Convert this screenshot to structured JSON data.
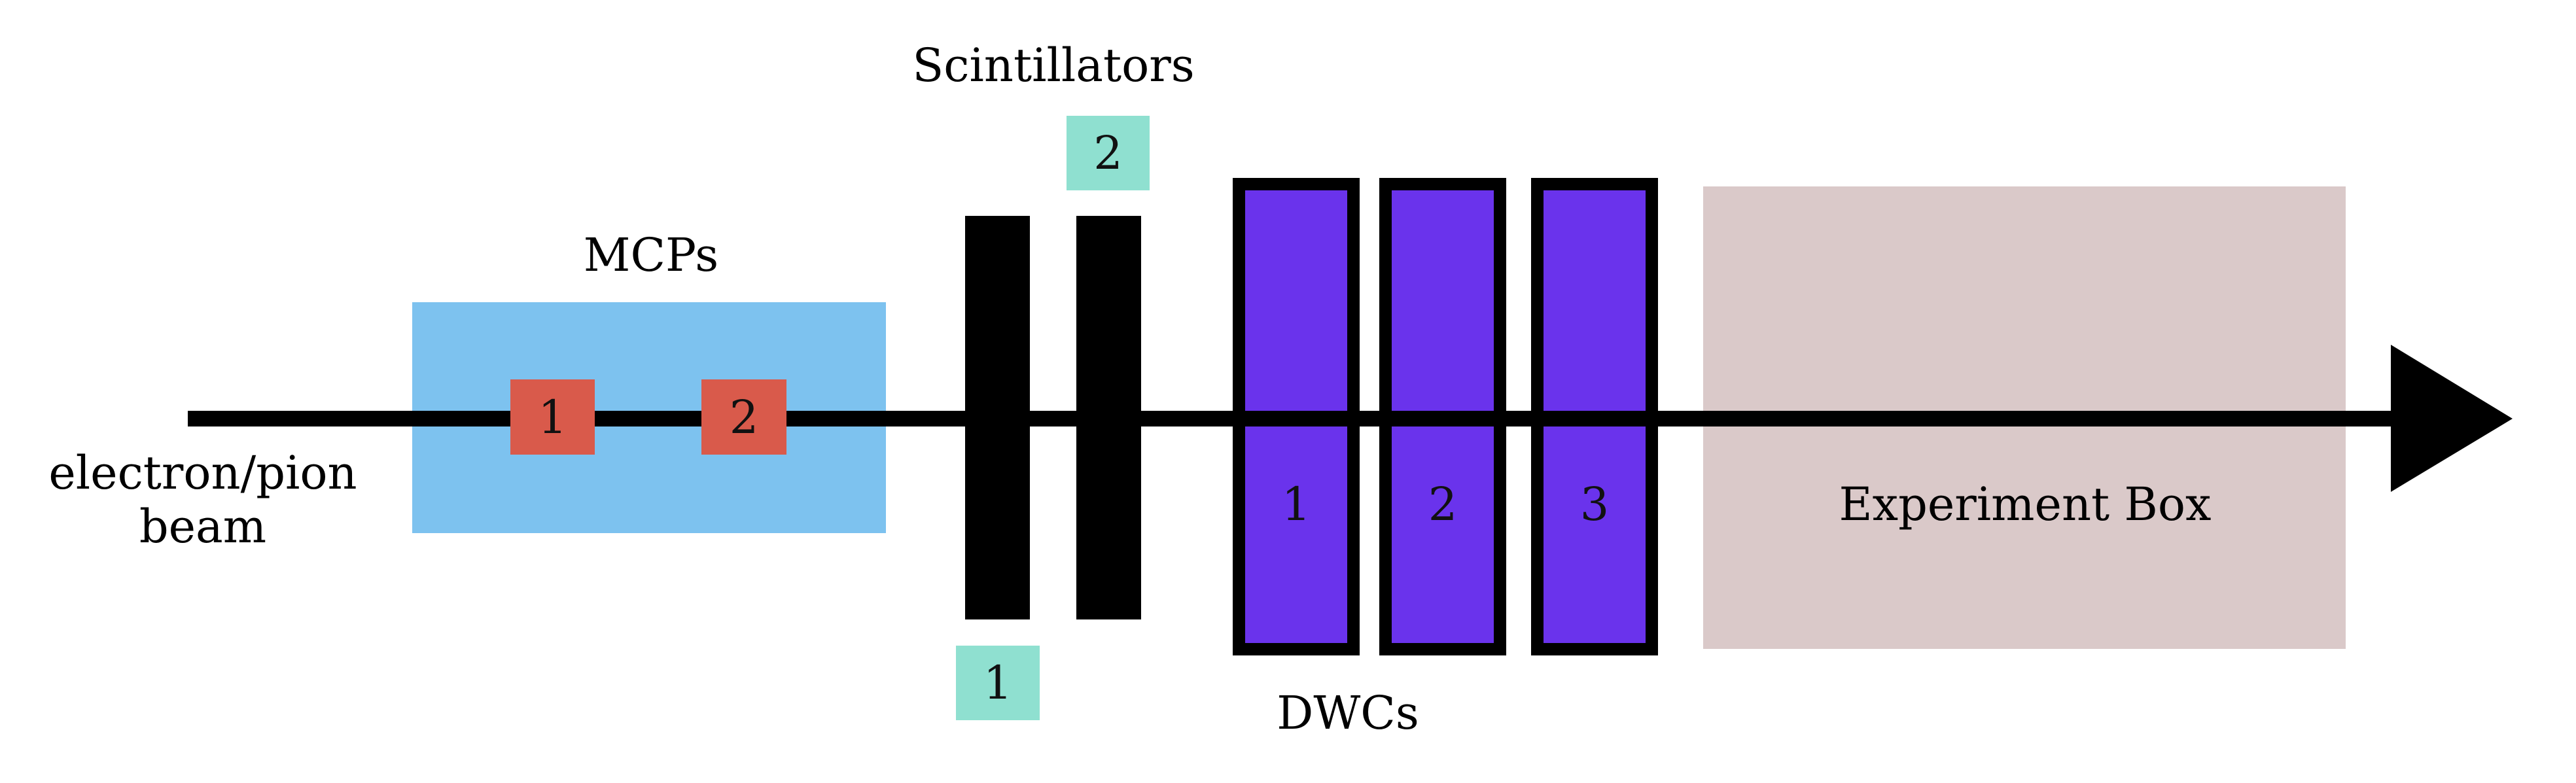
{
  "beam": {
    "label_line1": "electron/pion",
    "label_line2": "beam"
  },
  "mcps": {
    "label": "MCPs",
    "items": [
      "1",
      "2"
    ]
  },
  "scintillators": {
    "label": "Scintillators",
    "items": [
      "1",
      "2"
    ]
  },
  "dwcs": {
    "label": "DWCs",
    "items": [
      "1",
      "2",
      "3"
    ]
  },
  "experiment_box": {
    "label": "Experiment Box"
  },
  "colors": {
    "mcp_region": "#7dc2ef",
    "mcp_item": "#d95a4b",
    "scintillator_bar": "#000000",
    "scintillator_tag": "#8fe0d0",
    "dwc_fill": "#6a33ec",
    "dwc_border": "#000000",
    "experiment_box": "#dac9c9",
    "beam_line": "#000000"
  }
}
